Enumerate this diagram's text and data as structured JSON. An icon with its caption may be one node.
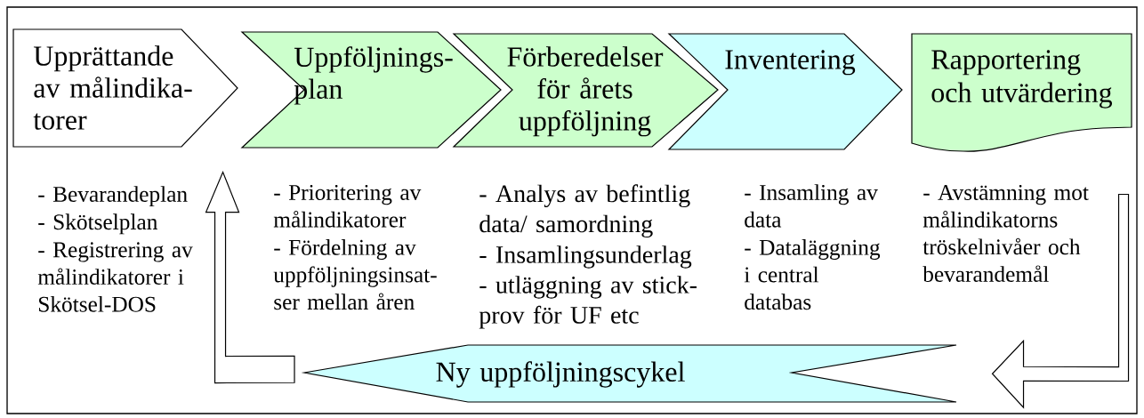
{
  "diagram": {
    "nodes": [
      {
        "text": [
          "Upprättande av målindika- torer"
        ],
        "beside": [
          "- Bevarandeplan",
          "- Skötselplan",
          "- Registrering av målindikatorer i Skötsel-DOS"
        ]
      },
      {
        "text": [
          "Uppföljnings- plan"
        ],
        "beside": [
          "- Prioritering av målindikatorer",
          "- Fördelning av uppföljningsinsat- ser mellan åren"
        ]
      },
      {
        "text": [
          "Förberedelser för årets uppföljning"
        ],
        "beside": [
          "- Analys av befintlig data/ samordning",
          "- Insamlingsunderlag - utläggning av stick- prov för UF etc"
        ]
      },
      {
        "text": [
          "Inventering"
        ],
        "beside": [
          "- Insamling av data",
          "- Dataläggning i central databas"
        ]
      },
      {
        "text": [
          "Rapportering och utvärdering"
        ],
        "beside": [
          "- Avstämning mot målindikatorns tröskelnivåer och bevarandemål"
        ]
      },
      {
        "text": [
          "Ny uppföljningscykel"
        ]
      }
    ],
    "edges": [
      {
        "from": 4,
        "to": 5,
        "arrow": "to"
      },
      {
        "from": 5,
        "to": 0,
        "arrow": "to"
      }
    ]
  }
}
